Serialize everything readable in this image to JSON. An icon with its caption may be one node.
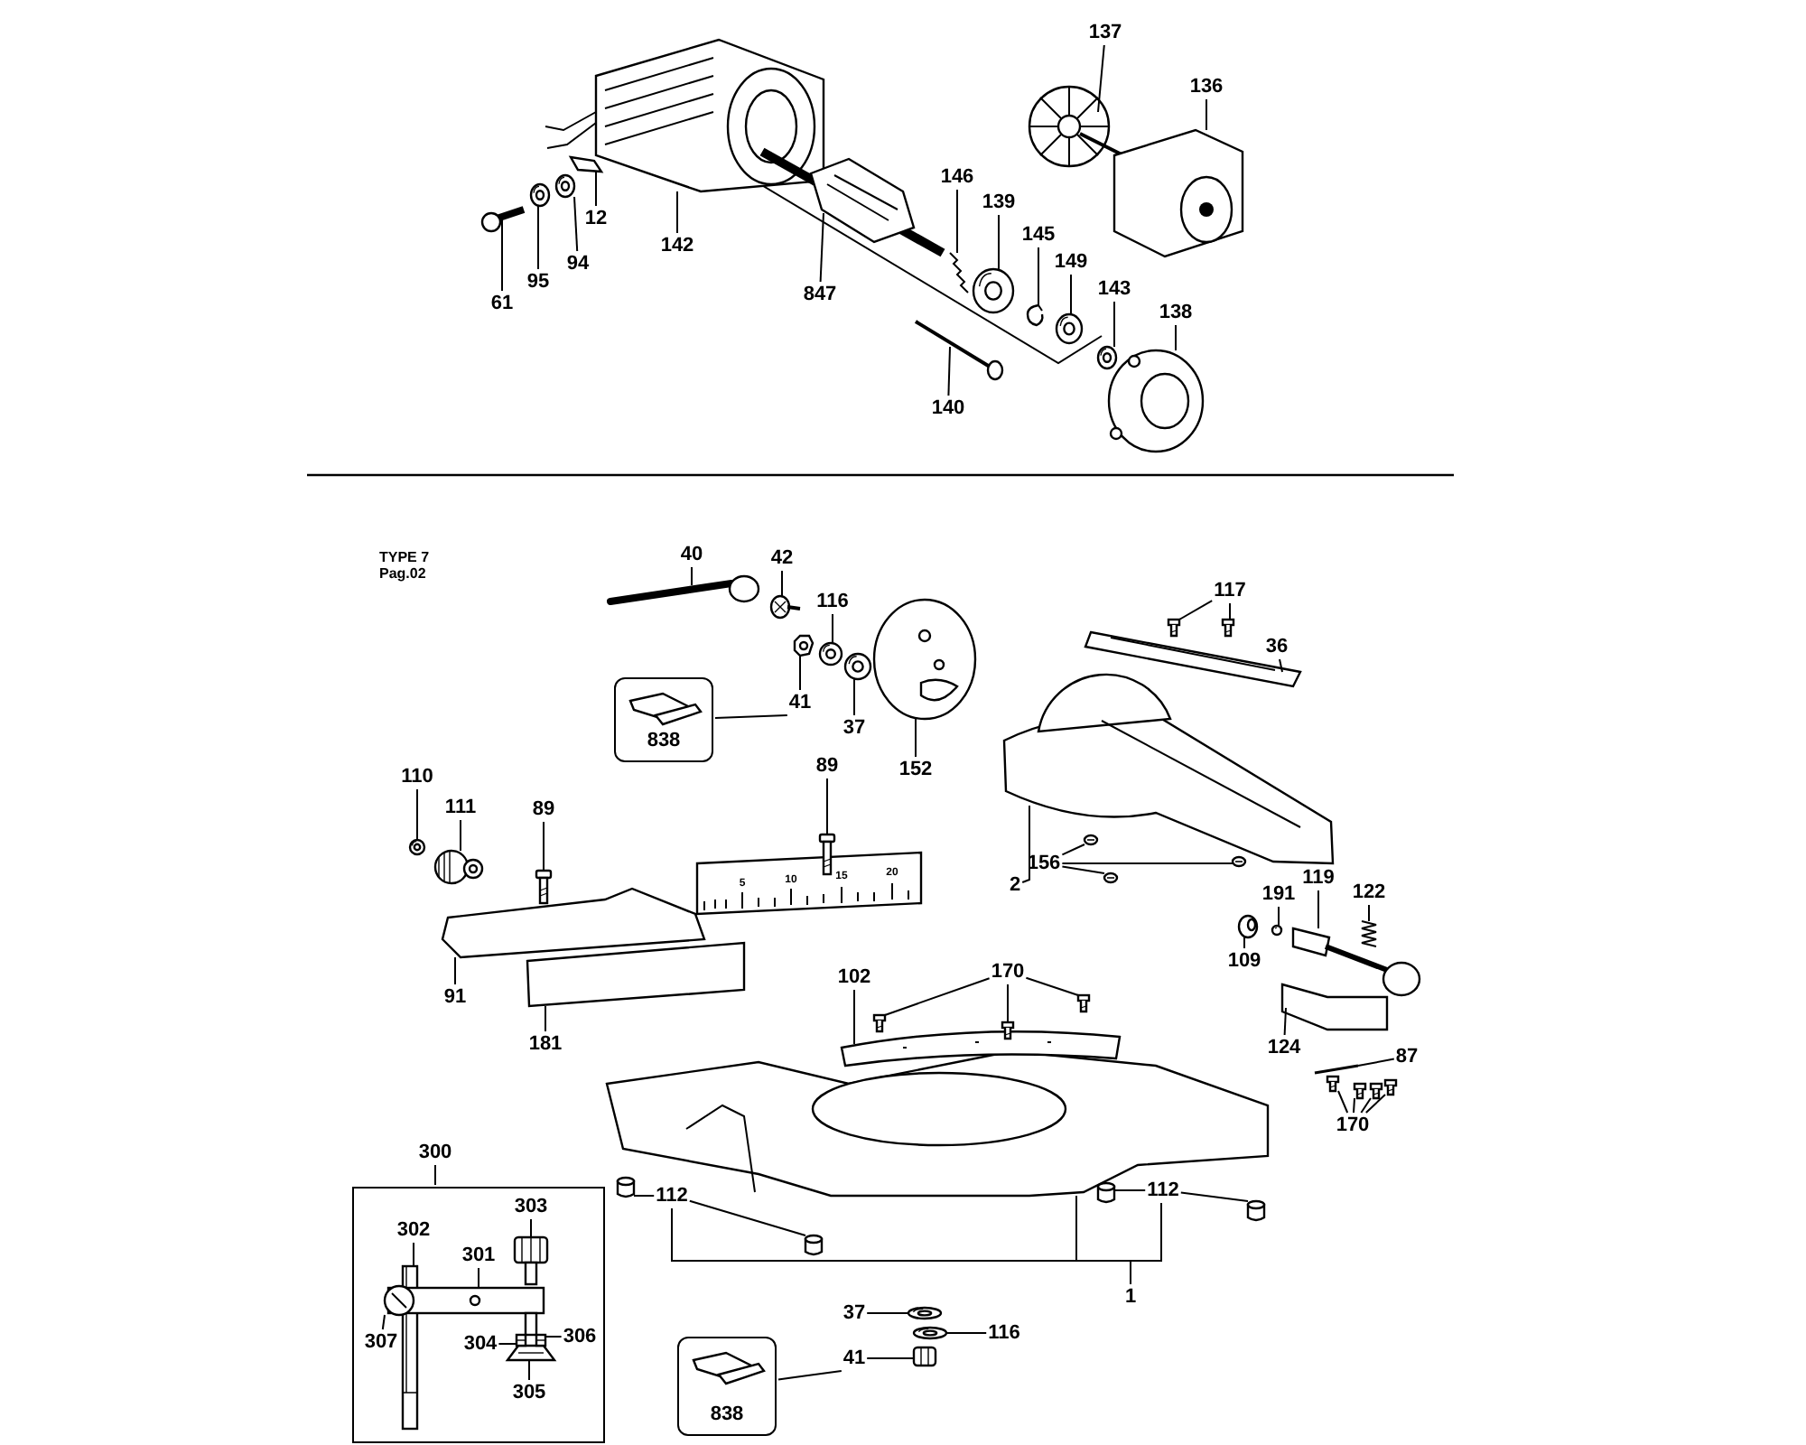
{
  "diagram": {
    "nodes": [
      {
        "text": [
          "137"
        ]
      },
      {
        "text": [
          "136"
        ]
      },
      {
        "text": [
          "146"
        ]
      },
      {
        "text": [
          "139"
        ]
      },
      {
        "text": [
          "12"
        ]
      },
      {
        "text": [
          "145"
        ]
      },
      {
        "text": [
          "142"
        ]
      },
      {
        "text": [
          "149"
        ]
      },
      {
        "text": [
          "94"
        ]
      },
      {
        "text": [
          "95"
        ]
      },
      {
        "text": [
          "143"
        ]
      },
      {
        "text": [
          "847"
        ]
      },
      {
        "text": [
          "61"
        ]
      },
      {
        "text": [
          "138"
        ]
      },
      {
        "text": [
          "140"
        ]
      },
      {
        "text": [
          "40"
        ]
      },
      {
        "text": [
          "42"
        ]
      },
      {
        "text": [
          "117"
        ]
      },
      {
        "text": [
          "116"
        ]
      },
      {
        "text": [
          "36"
        ]
      },
      {
        "text": [
          "838"
        ]
      },
      {
        "text": [
          "41"
        ]
      },
      {
        "text": [
          "37"
        ]
      },
      {
        "text": [
          "152"
        ]
      },
      {
        "text": [
          "89"
        ]
      },
      {
        "text": [
          "110"
        ]
      },
      {
        "text": [
          "111"
        ]
      },
      {
        "text": [
          "89"
        ]
      },
      {
        "text": [
          "156"
        ]
      },
      {
        "text": [
          "119"
        ]
      },
      {
        "text": [
          "2"
        ]
      },
      {
        "text": [
          "122"
        ]
      },
      {
        "text": [
          "191"
        ]
      },
      {
        "text": [
          "109"
        ]
      },
      {
        "text": [
          "170"
        ]
      },
      {
        "text": [
          "102"
        ]
      },
      {
        "text": [
          "91"
        ]
      },
      {
        "text": [
          "181"
        ]
      },
      {
        "text": [
          "124"
        ]
      },
      {
        "text": [
          "87"
        ]
      },
      {
        "text": [
          "170"
        ]
      },
      {
        "text": [
          "300"
        ]
      },
      {
        "text": [
          "112"
        ]
      },
      {
        "text": [
          "112"
        ]
      },
      {
        "text": [],
        "shape": "box"
      },
      {
        "text": [
          "303"
        ],
        "in": 44
      },
      {
        "text": [
          "302"
        ],
        "in": 44
      },
      {
        "text": [
          "301"
        ],
        "in": 44
      },
      {
        "text": [
          "1"
        ]
      },
      {
        "text": [
          "37"
        ]
      },
      {
        "text": [
          "116"
        ]
      },
      {
        "text": [
          "306"
        ],
        "in": 44
      },
      {
        "text": [
          "307"
        ],
        "in": 44
      },
      {
        "text": [
          "304"
        ],
        "in": 44
      },
      {
        "text": [
          "41"
        ]
      },
      {
        "text": [
          "305"
        ],
        "in": 44
      },
      {
        "text": [
          "838"
        ]
      },
      {
        "text": [],
        "shape": "picture"
      },
      {
        "text": [],
        "shape": "picture"
      },
      {
        "text": [],
        "shape": "picture"
      },
      {
        "text": [],
        "shape": "picture"
      },
      {
        "text": [],
        "shape": "picture"
      },
      {
        "text": [],
        "shape": "picture"
      },
      {
        "text": [],
        "shape": "picture"
      },
      {
        "text": [],
        "shape": "picture"
      },
      {
        "text": [],
        "shape": "picture"
      },
      {
        "text": [],
        "shape": "picture"
      },
      {
        "text": [],
        "shape": "picture"
      },
      {
        "text": [],
        "shape": "picture"
      },
      {
        "text": [],
        "shape": "picture"
      },
      {
        "text": [],
        "shape": "picture"
      },
      {
        "text": [],
        "shape": "picture"
      },
      {
        "text": [],
        "shape": "picture"
      },
      {
        "text": [],
        "shape": "picture"
      },
      {
        "text": [],
        "shape": "picture"
      },
      {
        "text": [],
        "shape": "picture"
      },
      {
        "text": [],
        "shape": "picture"
      },
      {
        "text": [],
        "shape": "picture"
      },
      {
        "text": [],
        "shape": "picture"
      },
      {
        "text": [],
        "shape": "picture"
      },
      {
        "text": [],
        "shape": "picture"
      },
      {
        "text": [],
        "shape": "picture"
      },
      {
        "text": [],
        "shape": "picture"
      },
      {
        "text": [],
        "shape": "picture"
      },
      {
        "text": [],
        "shape": "picture"
      },
      {
        "text": [],
        "shape": "picture"
      },
      {
        "text": [],
        "shape": "picture"
      },
      {
        "text": [],
        "shape": "picture"
      },
      {
        "text": [],
        "shape": "picture"
      },
      {
        "text": [],
        "shape": "picture"
      },
      {
        "text": [],
        "shape": "picture"
      },
      {
        "text": [],
        "shape": "picture"
      },
      {
        "text": [],
        "shape": "picture"
      },
      {
        "text": [],
        "shape": "picture"
      },
      {
        "text": [],
        "shape": "picture"
      },
      {
        "text": [],
        "shape": "picture"
      },
      {
        "text": [],
        "shape": "picture"
      },
      {
        "text": [],
        "shape": "picture"
      },
      {
        "text": [],
        "shape": "picture"
      },
      {
        "text": [],
        "shape": "picture"
      },
      {
        "text": [],
        "shape": "picture"
      },
      {
        "text": [],
        "shape": "picture"
      },
      {
        "text": [],
        "shape": "picture"
      },
      {
        "text": [],
        "shape": "picture"
      },
      {
        "text": [],
        "shape": "picture"
      },
      {
        "text": [],
        "shape": "picture"
      },
      {
        "text": [],
        "shape": "picture"
      },
      {
        "text": [],
        "shape": "cylinder"
      },
      {
        "text": [],
        "shape": "cylinder"
      },
      {
        "text": [],
        "shape": "cylinder"
      },
      {
        "text": [],
        "shape": "cylinder"
      },
      {
        "text": [],
        "shape": "picture"
      },
      {
        "text": [],
        "shape": "picture"
      },
      {
        "text": [],
        "shape": "picture",
        "in": 44
      },
      {
        "text": [],
        "shape": "picture",
        "in": 44
      },
      {
        "text": [],
        "shape": "picture",
        "in": 44
      },
      {
        "text": [],
        "shape": "picture",
        "in": 44
      },
      {
        "text": [],
        "shape": "picture",
        "in": 44
      },
      {
        "text": [],
        "shape": "picture",
        "in": 44
      },
      {
        "text": [],
        "shape": "picture",
        "in": 44
      }
    ],
    "edges": [
      {
        "from": 0,
        "to": 68,
        "arrow": "none"
      },
      {
        "from": 1,
        "to": 69,
        "arrow": "none"
      },
      {
        "from": 2,
        "to": 63,
        "arrow": "none"
      },
      {
        "from": 3,
        "to": 64,
        "arrow": "none"
      },
      {
        "from": 4,
        "to": 61,
        "arrow": "none"
      },
      {
        "from": 5,
        "to": 65,
        "arrow": "none"
      },
      {
        "from": 6,
        "to": 57,
        "arrow": "none"
      },
      {
        "from": 7,
        "to": 66,
        "arrow": "none"
      },
      {
        "from": 8,
        "to": 60,
        "arrow": "none"
      },
      {
        "from": 9,
        "to": 59,
        "arrow": "none"
      },
      {
        "from": 10,
        "to": 67,
        "arrow": "none"
      },
      {
        "from": 11,
        "to": 62,
        "arrow": "none"
      },
      {
        "from": 12,
        "to": 58,
        "arrow": "none"
      },
      {
        "from": 13,
        "to": 70,
        "arrow": "none"
      },
      {
        "from": 14,
        "to": 71,
        "arrow": "none"
      },
      {
        "from": 15,
        "to": 72,
        "arrow": "none"
      },
      {
        "from": 16,
        "to": 73,
        "arrow": "none"
      },
      {
        "from": 17,
        "to": 78,
        "arrow": "none"
      },
      {
        "from": 17,
        "to": 79,
        "arrow": "none"
      },
      {
        "from": 18,
        "to": 75,
        "arrow": "none"
      },
      {
        "from": 19,
        "to": 80,
        "arrow": "none"
      },
      {
        "from": 20,
        "to": 21,
        "arrow": "none"
      },
      {
        "from": 21,
        "to": 74,
        "arrow": "none"
      },
      {
        "from": 22,
        "to": 76,
        "arrow": "none"
      },
      {
        "from": 23,
        "to": 77,
        "arrow": "none"
      },
      {
        "from": 24,
        "to": 88,
        "arrow": "none"
      },
      {
        "from": 25,
        "to": 85,
        "arrow": "none"
      },
      {
        "from": 26,
        "to": 86,
        "arrow": "none"
      },
      {
        "from": 27,
        "to": 87,
        "arrow": "none"
      },
      {
        "from": 28,
        "to": 82,
        "arrow": "none"
      },
      {
        "from": 28,
        "to": 83,
        "arrow": "none"
      },
      {
        "from": 28,
        "to": 84,
        "arrow": "none"
      },
      {
        "from": 29,
        "to": 93,
        "arrow": "none"
      },
      {
        "from": 30,
        "to": 81,
        "arrow": "none"
      },
      {
        "from": 31,
        "to": 94,
        "arrow": "none"
      },
      {
        "from": 32,
        "to": 92,
        "arrow": "none"
      },
      {
        "from": 33,
        "to": 91,
        "arrow": "none"
      },
      {
        "from": 34,
        "to": 103,
        "arrow": "none"
      },
      {
        "from": 34,
        "to": 104,
        "arrow": "none"
      },
      {
        "from": 34,
        "to": 105,
        "arrow": "none"
      },
      {
        "from": 35,
        "to": 102,
        "arrow": "none"
      },
      {
        "from": 36,
        "to": 89,
        "arrow": "none"
      },
      {
        "from": 37,
        "to": 90,
        "arrow": "none"
      },
      {
        "from": 38,
        "to": 95,
        "arrow": "none"
      },
      {
        "from": 39,
        "to": 96,
        "arrow": "none"
      },
      {
        "from": 40,
        "to": 97,
        "arrow": "none"
      },
      {
        "from": 40,
        "to": 98,
        "arrow": "none"
      },
      {
        "from": 40,
        "to": 99,
        "arrow": "none"
      },
      {
        "from": 40,
        "to": 100,
        "arrow": "none"
      },
      {
        "from": 41,
        "to": 44,
        "arrow": "none"
      },
      {
        "from": 42,
        "to": 108,
        "arrow": "none"
      },
      {
        "from": 42,
        "to": 109,
        "arrow": "none"
      },
      {
        "from": 43,
        "to": 106,
        "arrow": "none"
      },
      {
        "from": 43,
        "to": 107,
        "arrow": "none"
      },
      {
        "from": 48,
        "to": 101,
        "arrow": "none"
      },
      {
        "from": 45,
        "to": 114,
        "arrow": "none"
      },
      {
        "from": 46,
        "to": 113,
        "arrow": "none"
      },
      {
        "from": 47,
        "to": 115,
        "arrow": "none"
      },
      {
        "from": 51,
        "to": 119,
        "arrow": "none"
      },
      {
        "from": 52,
        "to": 116,
        "arrow": "none"
      },
      {
        "from": 53,
        "to": 118,
        "arrow": "none"
      },
      {
        "from": 55,
        "to": 117,
        "arrow": "none"
      },
      {
        "from": 49,
        "to": 110,
        "arrow": "none"
      },
      {
        "from": 50,
        "to": 111,
        "arrow": "none"
      },
      {
        "from": 54,
        "to": 112,
        "arrow": "none"
      },
      {
        "from": 56,
        "to": 54,
        "arrow": "none"
      },
      {
        "from": 48,
        "to": 43,
        "arrow": "none"
      },
      {
        "from": 48,
        "to": 42,
        "arrow": "none"
      }
    ],
    "labels": [
      "TYPE 7",
      "Pag.02",
      "5",
      "10",
      "15",
      "20"
    ]
  }
}
